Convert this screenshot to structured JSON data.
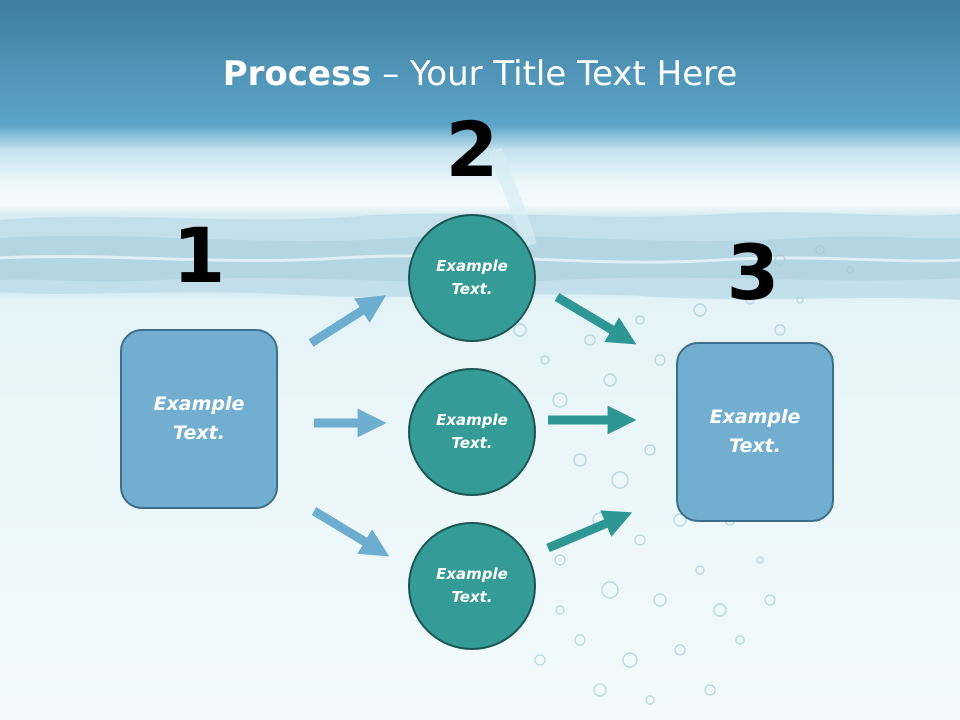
{
  "title": {
    "strong": "Process",
    "rest": " – Your Title Text Here"
  },
  "steps": [
    {
      "number": "1",
      "text": "Example Text."
    },
    {
      "number": "2",
      "items": [
        "Example Text.",
        "Example Text.",
        "Example Text."
      ]
    },
    {
      "number": "3",
      "text": "Example Text."
    }
  ],
  "colors": {
    "box_fill": "#72aecf",
    "box_border": "#3d6f8c",
    "circle_fill": "#359b96",
    "circle_border": "#1b5552",
    "arrow_light": "#6cadd0",
    "arrow_teal": "#2e9793"
  }
}
